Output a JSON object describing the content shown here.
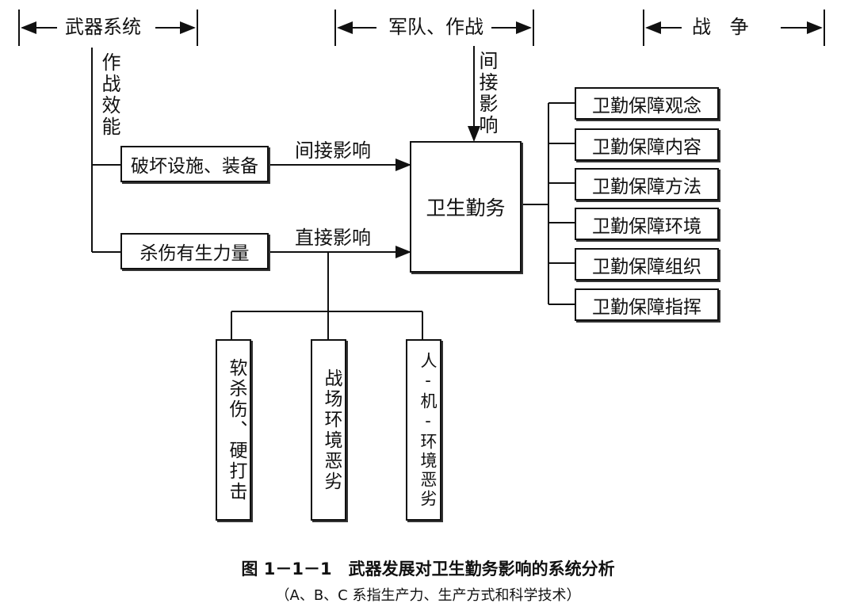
{
  "header": {
    "weapon_system": "武器系统",
    "army_combat": "军队、作战",
    "war": "战 争"
  },
  "left": {
    "combat_effectiveness": "作战效能",
    "destroy_box": "破坏设施、装备",
    "kill_box": "杀伤有生力量",
    "indirect_label": "间接影响",
    "direct_label": "直接影响"
  },
  "center": {
    "indirect_top": "间接影响",
    "health_service": "卫生勤务"
  },
  "right": {
    "items": [
      "卫勤保障观念",
      "卫勤保障内容",
      "卫勤保障方法",
      "卫勤保障环境",
      "卫勤保障组织",
      "卫勤保障指挥"
    ]
  },
  "bottom": {
    "items": [
      "软杀伤、硬打击",
      "战场环境恶劣",
      "人-机-环境恶劣"
    ]
  },
  "caption": {
    "title": "图 1－1－1　武器发展对卫生勤务影响的系统分析",
    "note": "（A、B、C 系指生产力、生产方式和科学技术）"
  }
}
